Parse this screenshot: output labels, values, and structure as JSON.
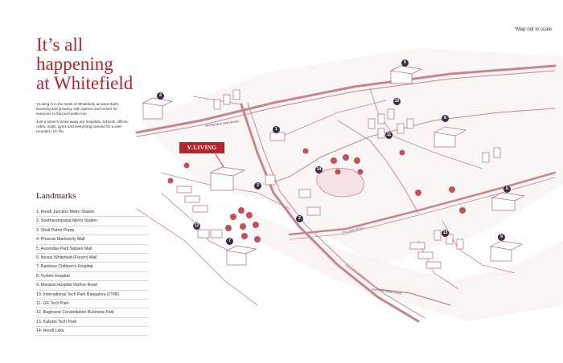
{
  "title_lines": [
    "It’s all",
    "happening",
    "at Whitefield"
  ],
  "intro_paragraphs": [
    "Y-Living is in the midst of Whitefield, an area that’s booming and growing, with options and niches for everyone to find and settle into.",
    "Just a stone’s throw away are hospitals, schools, offices, cafes, malls, gyms and everything needed for a well-rounded, rich life."
  ],
  "note": "*Map not to scale",
  "brand_tag": "Y-LIVING",
  "landmarks_heading": "Landmarks",
  "landmarks": [
    "1. Hoodi Junction Metro Station",
    "2. Seetharampalya Metro Station",
    "3. Shell Petrol Pump",
    "4. Phoenix Marketcity Mall",
    "5. Ascendas Park Square Mall",
    "6. Nexus Whitefield (Forum) Mall",
    "7. Rainbow Children’s Hospital",
    "8. Vydehi Hospital",
    "9. Manipal Hospital Varthur Road",
    "10. International Tech Park Bangalore (ITPB)",
    "11. GR Tech Park",
    "12. Bagmane Constellation Business Park",
    "13. Kalyani Tech Park",
    "14. Hoodi Lake"
  ],
  "badges": [
    "1",
    "2",
    "3",
    "4",
    "5",
    "6",
    "7",
    "8",
    "9",
    "10",
    "11",
    "12",
    "13",
    "14"
  ],
  "road_labels": [
    "WHITEFIELD MAIN ROAD",
    "ITPL MAIN ROAD",
    "VARTHUR MAIN ROAD"
  ],
  "colors": {
    "accent": "#b3262c",
    "badge": "#3a2f45",
    "map_line": "#c9868a"
  }
}
